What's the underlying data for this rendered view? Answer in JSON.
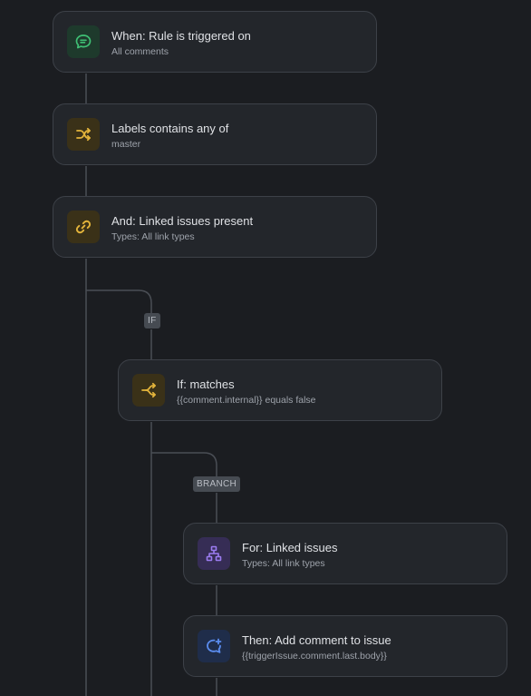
{
  "rule": {
    "nodes": [
      {
        "id": "trigger",
        "title": "When: Rule is triggered on",
        "subtitle": "All comments",
        "icon": "comment-icon",
        "color": "#3fbf74"
      },
      {
        "id": "labels",
        "title": "Labels contains any of",
        "subtitle": "master",
        "icon": "shuffle-icon",
        "color": "#e3b43b"
      },
      {
        "id": "linked",
        "title": "And: Linked issues present",
        "subtitle": "Types: All link types",
        "icon": "link-icon",
        "color": "#e3b43b"
      },
      {
        "id": "if",
        "title": "If: matches",
        "subtitle": "{{comment.internal}} equals false",
        "icon": "branch-icon",
        "color": "#e3b43b"
      },
      {
        "id": "for",
        "title": "For: Linked issues",
        "subtitle": "Types: All link types",
        "icon": "hierarchy-icon",
        "color": "#9b7cf0"
      },
      {
        "id": "then",
        "title": "Then: Add comment to issue",
        "subtitle": "{{triggerIssue.comment.last.body}}",
        "icon": "add-comment-icon",
        "color": "#5b8df0"
      }
    ],
    "tags": {
      "if": "IF",
      "branch": "BRANCH"
    }
  }
}
